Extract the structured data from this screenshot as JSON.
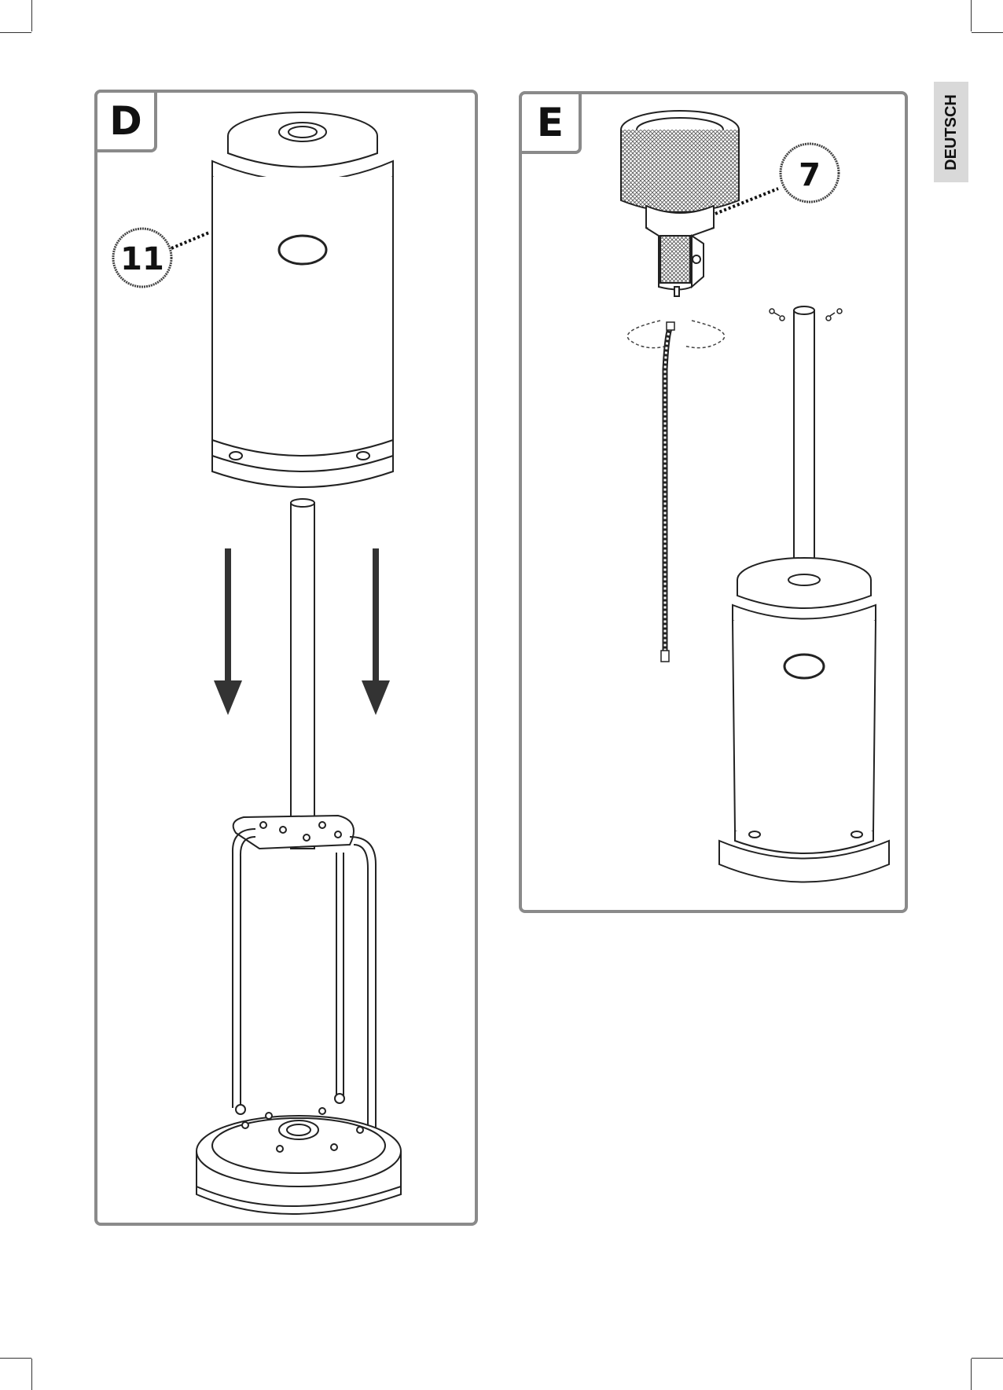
{
  "page": {
    "language_tab": "DEUTSCH"
  },
  "steps": [
    {
      "letter": "D",
      "callout": "11"
    },
    {
      "letter": "E",
      "callout": "7"
    }
  ],
  "colors": {
    "frame": "#8a8a8a",
    "language_tab_bg": "#d9d9d9",
    "line": "#222222",
    "arrow": "#333333"
  }
}
